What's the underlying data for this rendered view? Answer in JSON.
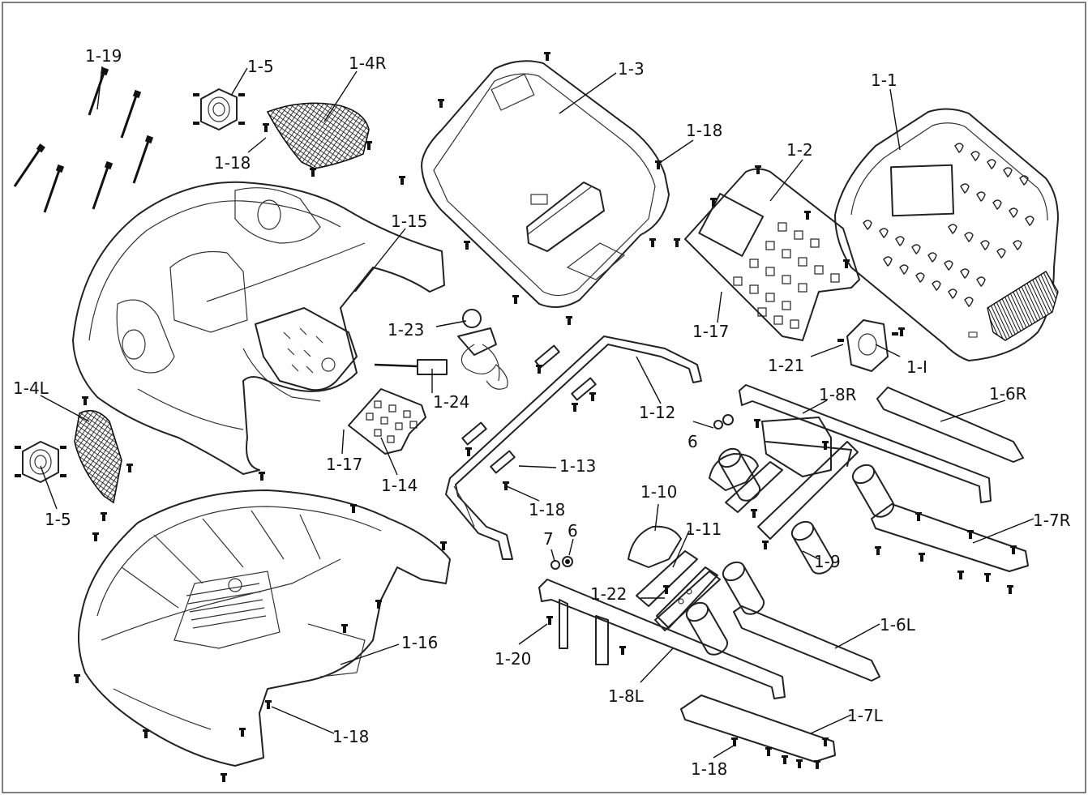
{
  "diagram": {
    "labels": [
      {
        "id": "l-1-19",
        "text": "1-19"
      },
      {
        "id": "l-1-5a",
        "text": "1-5"
      },
      {
        "id": "l-1-4R",
        "text": "1-4R"
      },
      {
        "id": "l-1-18a",
        "text": "1-18"
      },
      {
        "id": "l-1-3",
        "text": "1-3"
      },
      {
        "id": "l-1-18b",
        "text": "1-18"
      },
      {
        "id": "l-1-1",
        "text": "1-1"
      },
      {
        "id": "l-1-2",
        "text": "1-2"
      },
      {
        "id": "l-1-15",
        "text": "1-15"
      },
      {
        "id": "l-1-23",
        "text": "1-23"
      },
      {
        "id": "l-1-17a",
        "text": "1-17"
      },
      {
        "id": "l-1-21",
        "text": "1-21"
      },
      {
        "id": "l-1-I",
        "text": "1-I"
      },
      {
        "id": "l-1-4L",
        "text": "1-4L"
      },
      {
        "id": "l-1-24",
        "text": "1-24"
      },
      {
        "id": "l-1-12",
        "text": "1-12"
      },
      {
        "id": "l-1-8R",
        "text": "1-8R"
      },
      {
        "id": "l-1-6R",
        "text": "1-6R"
      },
      {
        "id": "l-6a",
        "text": "6"
      },
      {
        "id": "l-1-17b",
        "text": "1-17"
      },
      {
        "id": "l-1-14",
        "text": "1-14"
      },
      {
        "id": "l-1-13",
        "text": "1-13"
      },
      {
        "id": "l-1-5b",
        "text": "1-5"
      },
      {
        "id": "l-1-18c",
        "text": "1-18"
      },
      {
        "id": "l-1-10",
        "text": "1-10"
      },
      {
        "id": "l-1-7R",
        "text": "1-7R"
      },
      {
        "id": "l-7",
        "text": "7"
      },
      {
        "id": "l-6b",
        "text": "6"
      },
      {
        "id": "l-1-11",
        "text": "1-11"
      },
      {
        "id": "l-1-9",
        "text": "1-9"
      },
      {
        "id": "l-1-22",
        "text": "1-22"
      },
      {
        "id": "l-1-6L",
        "text": "1-6L"
      },
      {
        "id": "l-1-16",
        "text": "1-16"
      },
      {
        "id": "l-1-20",
        "text": "1-20"
      },
      {
        "id": "l-1-8L",
        "text": "1-8L"
      },
      {
        "id": "l-1-7L",
        "text": "1-7L"
      },
      {
        "id": "l-1-18d",
        "text": "1-18"
      },
      {
        "id": "l-1-18e",
        "text": "1-18"
      }
    ],
    "colors": {
      "line": "#222222",
      "background": "#ffffff",
      "frame": "#555555"
    }
  }
}
